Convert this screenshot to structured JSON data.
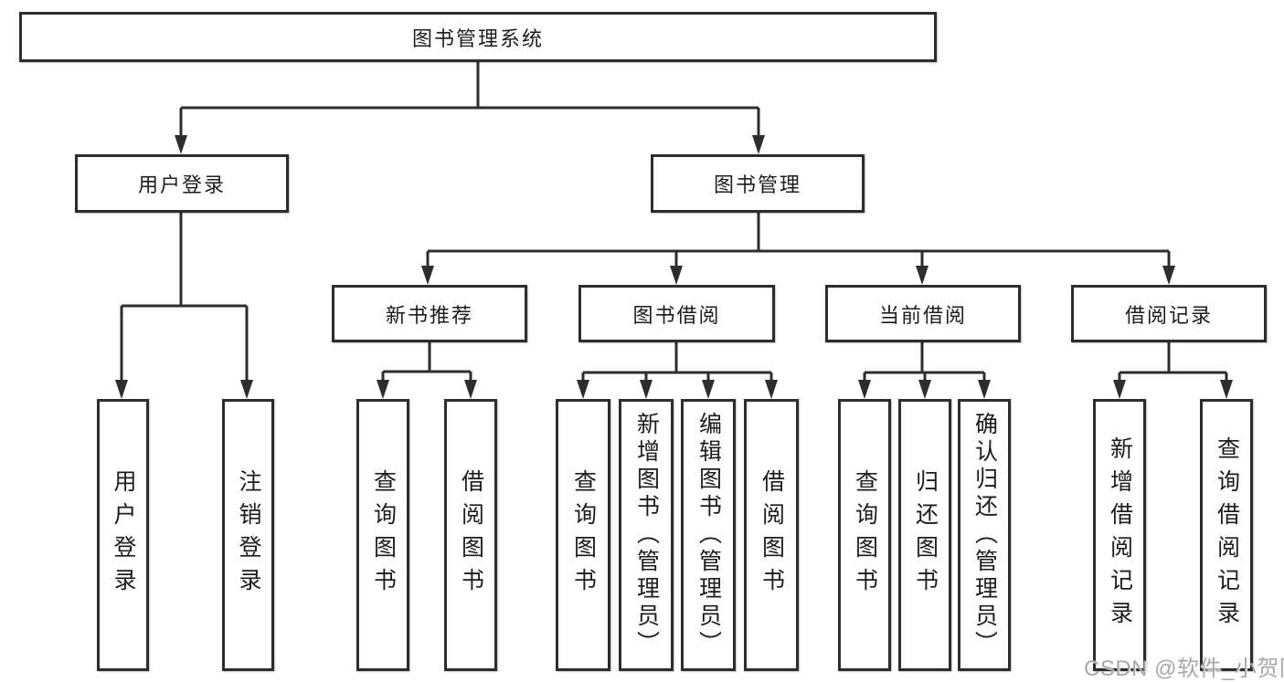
{
  "tree": {
    "root": "图书管理系统",
    "branches": [
      {
        "label": "用户登录",
        "leaves": [
          "用户登录",
          "注销登录"
        ]
      },
      {
        "label": "图书管理",
        "children": [
          {
            "label": "新书推荐",
            "leaves": [
              "查询图书",
              "借阅图书"
            ]
          },
          {
            "label": "图书借阅",
            "leaves": [
              "查询图书",
              "新增图书（管理员）",
              "编辑图书（管理员）",
              "借阅图书"
            ]
          },
          {
            "label": "当前借阅",
            "leaves": [
              "查询图书",
              "归还图书",
              "确认归还（管理员）"
            ]
          },
          {
            "label": "借阅记录",
            "leaves": [
              "新增借阅记录",
              "查询借阅记录"
            ]
          }
        ]
      }
    ]
  },
  "watermark": {
    "text": "CSDN @软件_小贺同学"
  },
  "colors": {
    "line": "#2d2d2d",
    "text": "#1c1c1c",
    "watermark": "#a8a8a8",
    "background": "#ffffff"
  }
}
